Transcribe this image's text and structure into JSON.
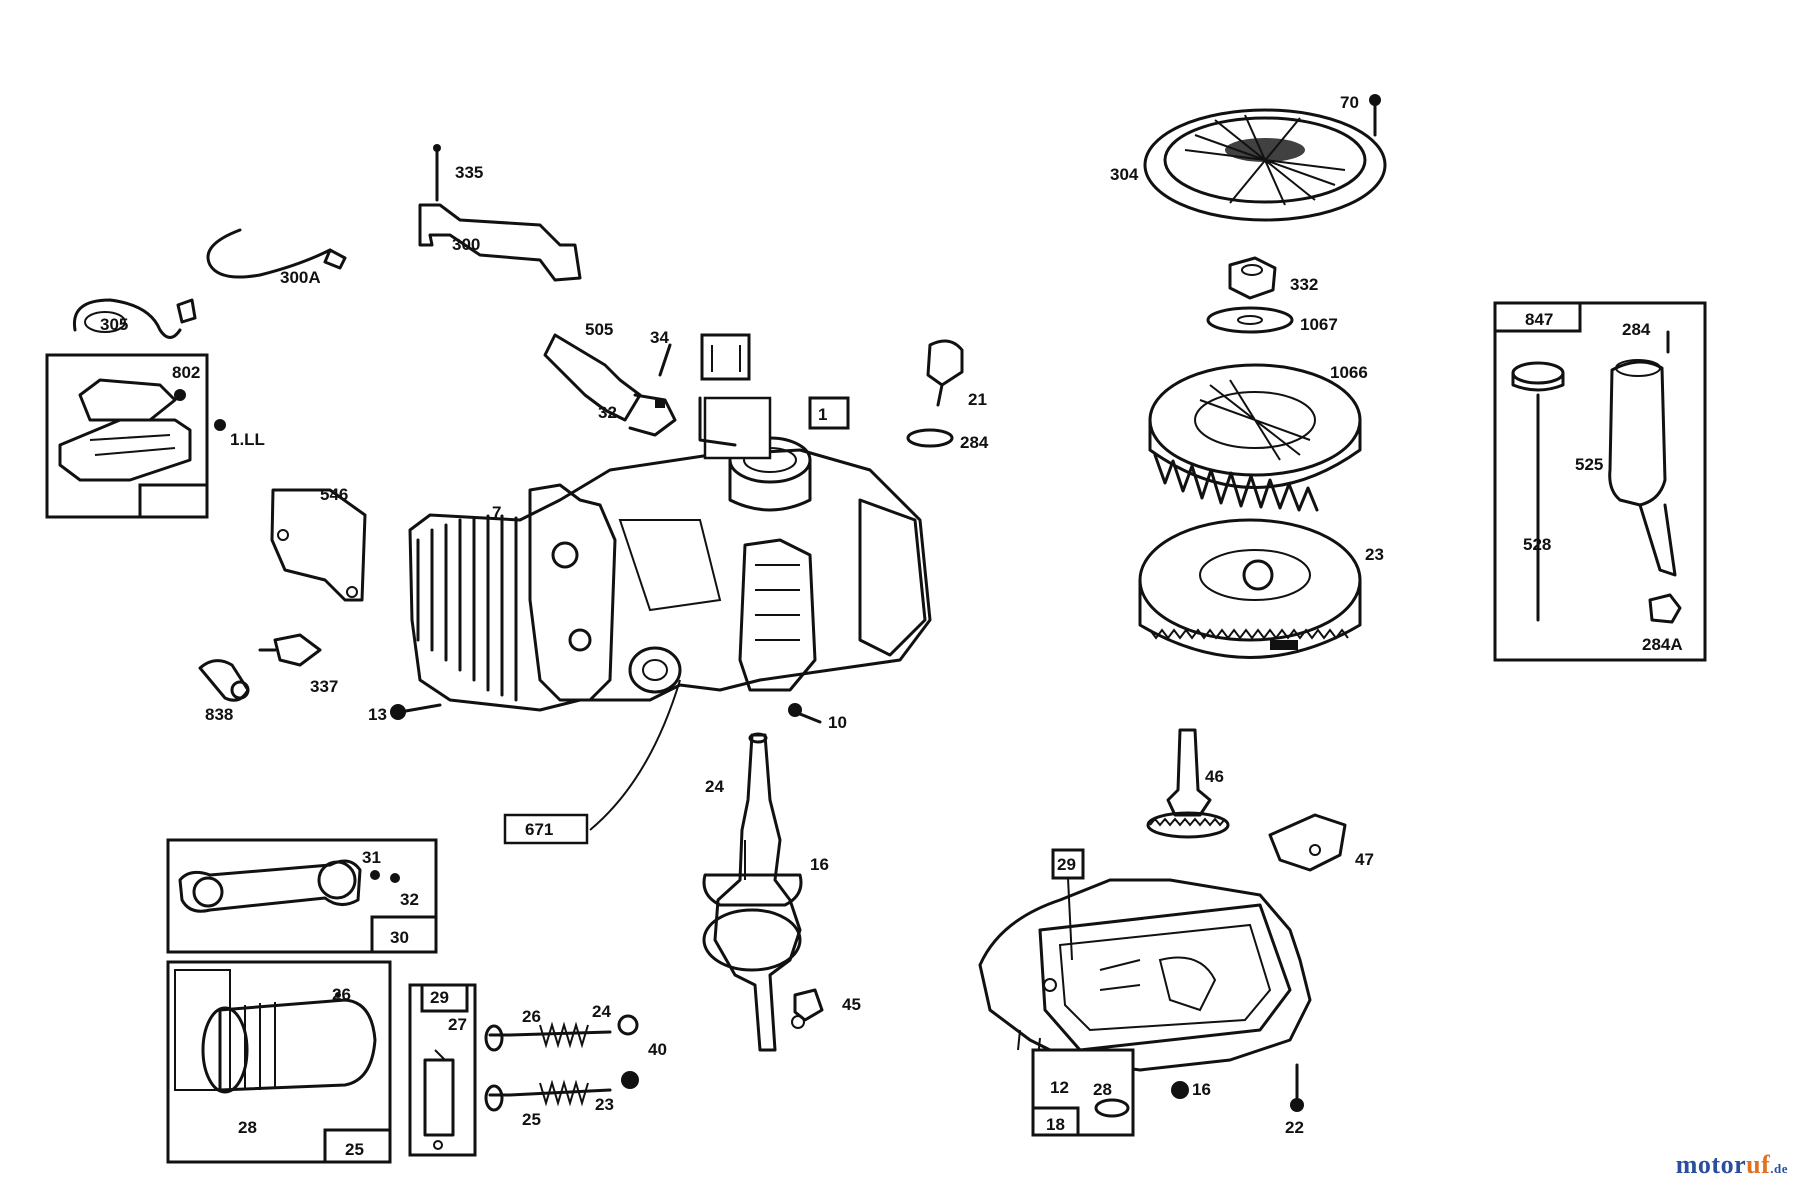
{
  "diagram": {
    "labels": [
      "70",
      "304",
      "332",
      "1067",
      "1066",
      "23",
      "847",
      "284",
      "525",
      "528",
      "284A",
      "335",
      "300",
      "300A",
      "305",
      "802",
      "1.LL",
      "505",
      "34",
      "32",
      "21",
      "284",
      "1",
      "7",
      "546",
      "337",
      "838",
      "13",
      "10",
      "671",
      "31",
      "32",
      "30",
      "24",
      "16",
      "45",
      "26",
      "28",
      "29",
      "27",
      "25",
      "24",
      "40",
      "26",
      "23",
      "25",
      "46",
      "47",
      "29",
      "12",
      "28",
      "16",
      "22",
      "18"
    ],
    "parts": [
      "flywheel-screen",
      "flywheel-nut",
      "washer",
      "blower-housing",
      "flywheel",
      "dipstick-tube",
      "dipstick",
      "ignition-armature",
      "spark-plug-wire",
      "cylinder-block",
      "connecting-rod",
      "piston",
      "valves",
      "crankshaft",
      "sump",
      "governor-gear"
    ]
  },
  "watermark": {
    "part1": "motor",
    "part2": "uf",
    "part3": ".de"
  }
}
